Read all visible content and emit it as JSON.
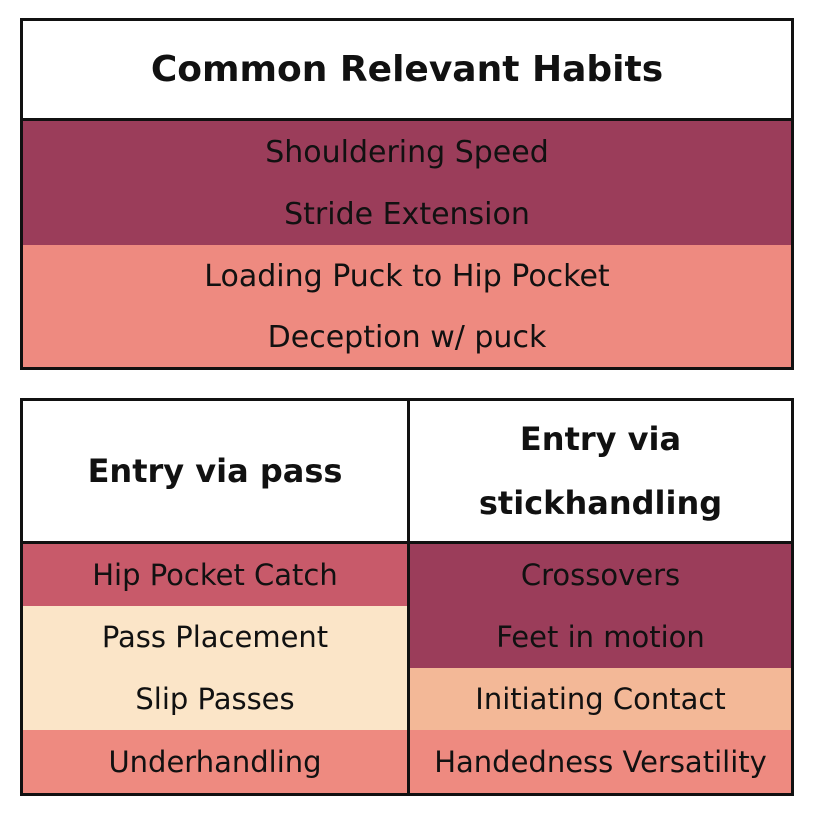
{
  "colors": {
    "dark_maroon": "#9b3d5a",
    "rose": "#c85a6a",
    "salmon": "#ee8a80",
    "cream": "#fbe5c8",
    "peach": "#f3b897",
    "border": "#111111"
  },
  "top_table": {
    "title": "Common Relevant Habits",
    "rows": [
      {
        "label": "Shouldering Speed",
        "color": "#9b3d5a"
      },
      {
        "label": "Stride Extension",
        "color": "#9b3d5a"
      },
      {
        "label": "Loading Puck to Hip Pocket",
        "color": "#ee8a80"
      },
      {
        "label": "Deception w/ puck",
        "color": "#ee8a80"
      }
    ]
  },
  "bottom_table": {
    "left": {
      "header": "Entry via pass",
      "rows": [
        {
          "label": "Hip Pocket Catch",
          "color": "#c85a6a"
        },
        {
          "label": "Pass Placement",
          "color": "#fbe5c8"
        },
        {
          "label": "Slip Passes",
          "color": "#fbe5c8"
        },
        {
          "label": "Underhandling",
          "color": "#ee8a80"
        }
      ]
    },
    "right": {
      "header_line1": "Entry via",
      "header_line2": "stickhandling",
      "rows": [
        {
          "label": "Crossovers",
          "color": "#9b3d5a"
        },
        {
          "label": "Feet in motion",
          "color": "#9b3d5a"
        },
        {
          "label": "Initiating Contact",
          "color": "#f3b897"
        },
        {
          "label": "Handedness Versatility",
          "color": "#ee8a80"
        }
      ]
    }
  }
}
